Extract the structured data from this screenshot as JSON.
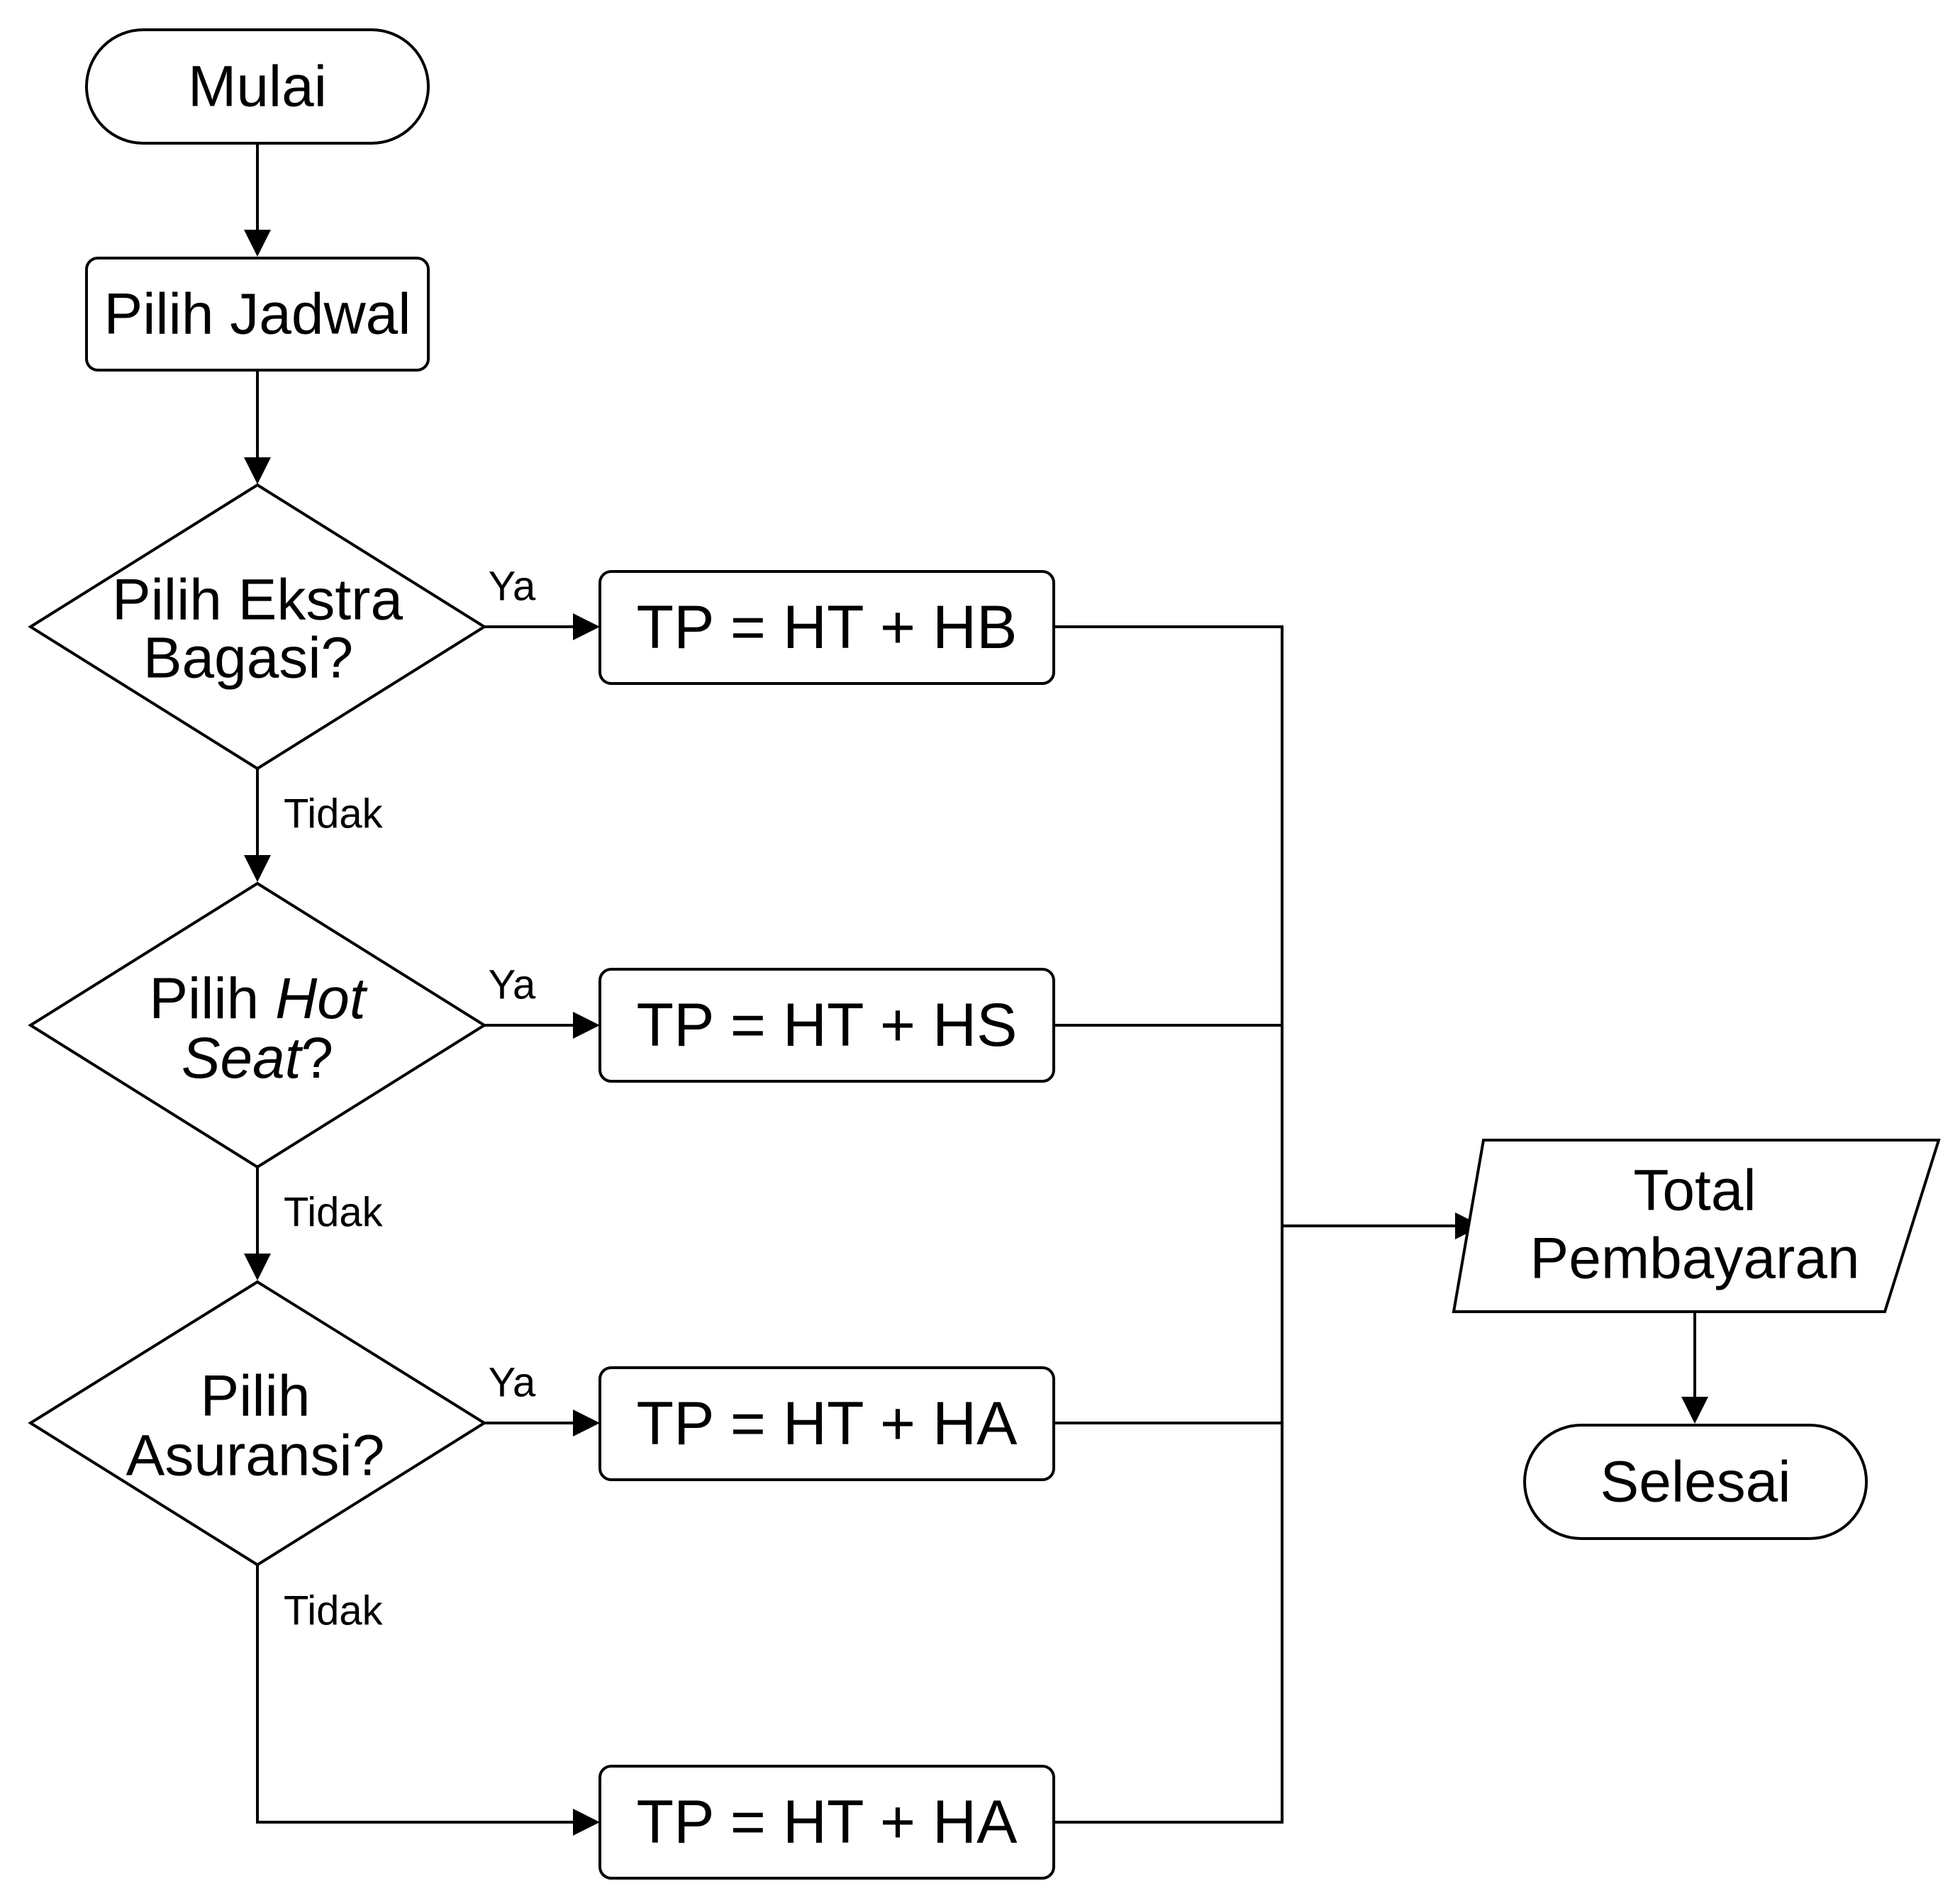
{
  "nodes": {
    "start": {
      "label": "Mulai"
    },
    "choose_schedule": {
      "label": "Pilih Jadwal"
    },
    "decision_baggage": {
      "line1": "Pilih Ekstra",
      "line2": "Bagasi?"
    },
    "decision_hot_seat": {
      "line1_plain": "Pilih ",
      "line1_italic": "Hot",
      "line2_italic": "Seat",
      "line2_plain": "?"
    },
    "decision_insurance": {
      "line1": "Pilih",
      "line2": "Asuransi?"
    },
    "process_hb": {
      "label": "TP = HT + HB"
    },
    "process_hs": {
      "label": "TP = HT + HS"
    },
    "process_ha": {
      "label": "TP = HT + HA"
    },
    "process_ha_2": {
      "label": "TP = HT + HA"
    },
    "output_total": {
      "line1": "Total",
      "line2": "Pembayaran"
    },
    "end": {
      "label": "Selesai"
    }
  },
  "edge_labels": {
    "yes_baggage": "Ya",
    "no_baggage": "Tidak",
    "yes_hot_seat": "Ya",
    "no_hot_seat": "Tidak",
    "yes_insurance": "Ya",
    "no_insurance": "Tidak"
  }
}
